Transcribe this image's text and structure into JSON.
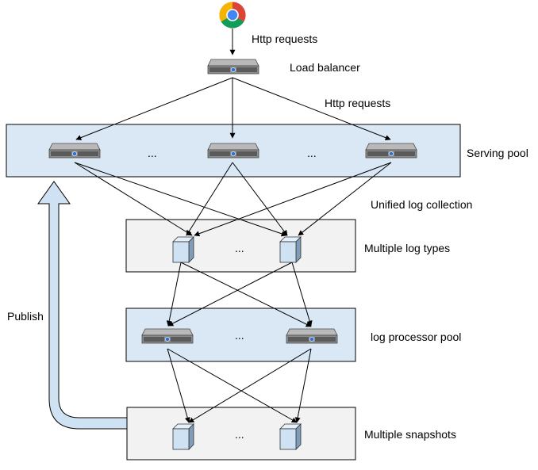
{
  "labels": {
    "http_requests_top": "Http requests",
    "load_balancer": "Load balancer",
    "http_requests_mid": "Http requests",
    "serving_pool": "Serving pool",
    "unified_log_collection": "Unified log collection",
    "multiple_log_types": "Multiple log types",
    "log_processor_pool": "log processor pool",
    "multiple_snapshots": "Multiple snapshots",
    "publish": "Publish"
  },
  "ellipsis": "...",
  "icons": {
    "client": "chrome-browser-icon",
    "server": "server-icon",
    "data": "cube-icon"
  },
  "colors": {
    "serving_pool_fill": "#dae8f5",
    "log_processor_pool_fill": "#dae8f5",
    "log_types_fill": "#f2f2f2",
    "snapshots_fill": "#f2f2f2",
    "box_stroke": "#000000",
    "publish_arrow_fill": "#cfe2f3",
    "cube_fill": "#cfe2f3"
  }
}
